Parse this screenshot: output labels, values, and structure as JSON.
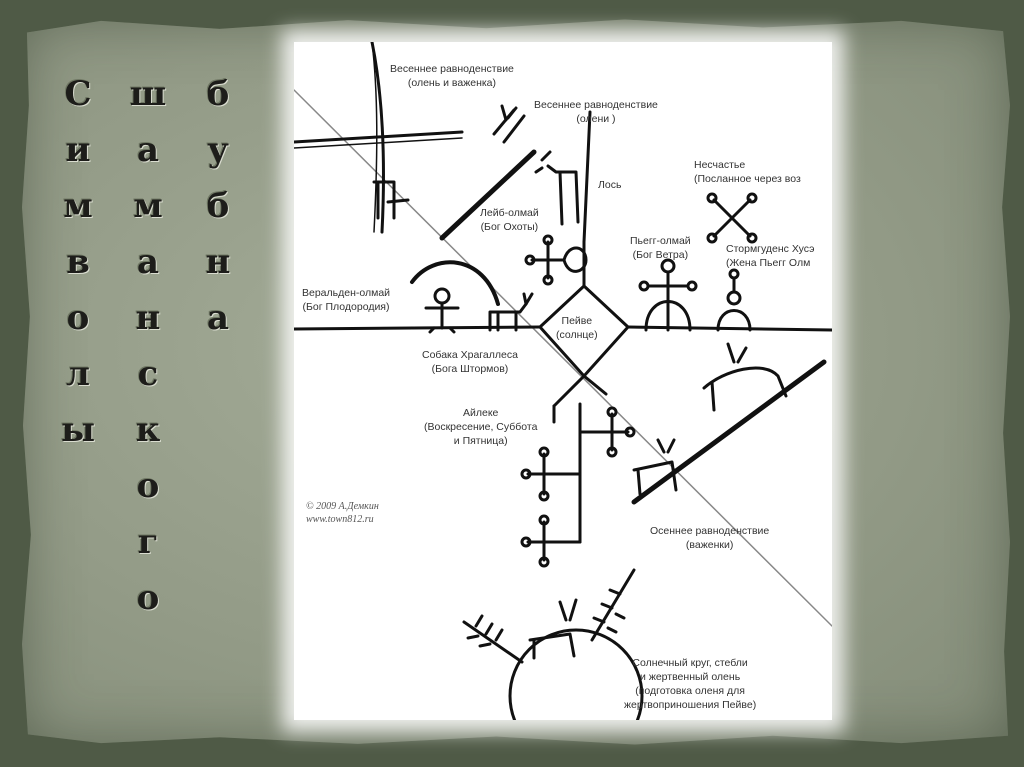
{
  "title": {
    "columns": [
      [
        "С",
        "и",
        "м",
        "в",
        "о",
        "л",
        "ы"
      ],
      [
        "ш",
        "а",
        "м",
        "а",
        "н",
        "с",
        "к",
        "о",
        "г",
        "о"
      ],
      [
        "б",
        "у",
        "б",
        "н",
        "а"
      ]
    ]
  },
  "diagram": {
    "labels": {
      "spring_equinox_1": [
        "Весеннее равноденствие",
        "(олень и важенка)"
      ],
      "spring_equinox_2": [
        "Весеннее равноденствие",
        "(олени )"
      ],
      "elk": [
        "Лось"
      ],
      "misfortune": [
        "Несчастье",
        "(Посланное через воз"
      ],
      "leib_olmai": [
        "Лейб-олмай",
        "(Бог Охоты)"
      ],
      "pyegg_olmai": [
        "Пьегг-олмай",
        "(Бог Ветра)"
      ],
      "stormgudens": [
        "Стормгуденс Хусэ",
        "(Жена Пьегг Олм"
      ],
      "veralden_olmai": [
        "Веральден-олмай",
        "(Бог Плодородия)"
      ],
      "peive": [
        "Пейве",
        "(солнце)"
      ],
      "dog": [
        "Собака Храгаллеса",
        "(Бога Штормов)"
      ],
      "aileke": [
        "Айлеке",
        "(Воскресение, Суббота",
        "и Пятница)"
      ],
      "autumn_equinox": [
        "Осеннее равноденствие",
        "(важенки)"
      ],
      "sun_circle": [
        "Солнечный круг, стебли",
        "и жертвенный олень",
        "(подготовка оленя для",
        "жертвоприношения Пейве)"
      ]
    },
    "copyright": [
      "© 2009 А.Демкин",
      "www.town812.ru"
    ]
  }
}
